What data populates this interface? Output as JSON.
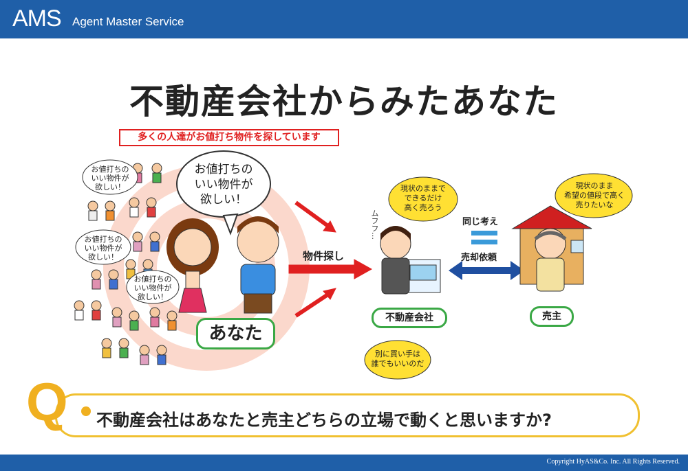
{
  "header": {
    "logo": "AMS",
    "subtitle": "Agent Master Service"
  },
  "title": "不動産会社からみたあなた",
  "subtitle_box": "多くの人達がお値打ち物件を探しています",
  "crowd_bubbles": [
    "お値打ちの\nいい物件が\n欲しい！",
    "お値打ちの\nいい物件が\n欲しい！",
    "お値打ちの\nいい物件が\n欲しい！"
  ],
  "you_bubble": "お値打ちの\nいい物件が\n欲しい！",
  "you_label": "あなた",
  "search_label": "物件探し",
  "agent_mumble": "ムフフ…",
  "agent_bubble_top": "現状のままで\nできるだけ\n高く売ろう",
  "agent_label": "不動産会社",
  "agent_bubble_bottom": "別に買い手は\n誰でもいいのだ",
  "same_thinking": "同じ考え",
  "equals": "＝",
  "sale_request": "売却依頼",
  "seller_bubble": "現状のまま\n希望の値段で高く\n売りたいな",
  "seller_label": "売主",
  "question": {
    "letter": "Q",
    "text": "不動産会社はあなたと売主どちらの立場で動くと思いますか?"
  },
  "footer": {
    "copyright": "Copyright HyAS&Co. Inc. All Rights Reserved."
  },
  "colors": {
    "brand_blue": "#1f5fa8",
    "red": "#e02020",
    "green": "#3aa845",
    "yellow": "#ffe033",
    "q_yellow": "#f0b020"
  }
}
